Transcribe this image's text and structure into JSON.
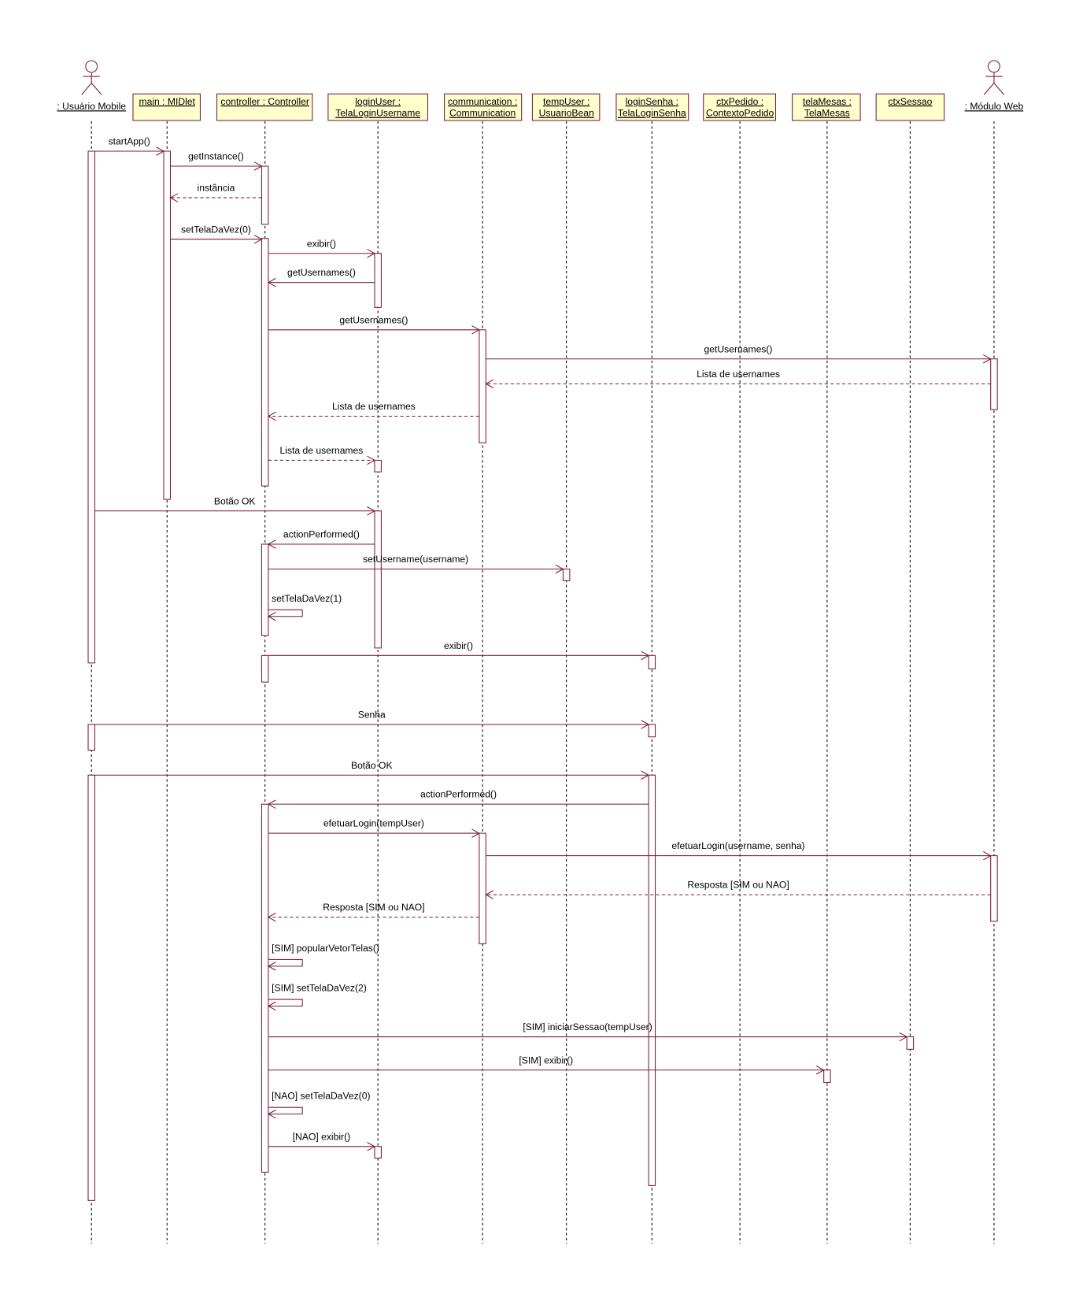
{
  "diagram": {
    "type": "UML sequence diagram",
    "colors": {
      "line": "#7a1a3f",
      "box_fill": "#ffffcc",
      "text": "#000000"
    },
    "participants": [
      {
        "id": "um",
        "label": ": Usuário Mobile",
        "kind": "actor"
      },
      {
        "id": "main",
        "label": "main : MIDlet",
        "kind": "object"
      },
      {
        "id": "ctrl",
        "label": "controller : Controller",
        "kind": "object"
      },
      {
        "id": "lu",
        "label": "loginUser :",
        "label2": "TelaLoginUsername",
        "kind": "object"
      },
      {
        "id": "comm",
        "label": "communication :",
        "label2": "Communication",
        "kind": "object"
      },
      {
        "id": "tu",
        "label": "tempUser :",
        "label2": "UsuarioBean",
        "kind": "object"
      },
      {
        "id": "ls",
        "label": "loginSenha :",
        "label2": "TelaLoginSenha",
        "kind": "object"
      },
      {
        "id": "ctx",
        "label": "ctxPedido :",
        "label2": "ContextoPedido",
        "kind": "object"
      },
      {
        "id": "tm",
        "label": "telaMesas :",
        "label2": "TelaMesas",
        "kind": "object"
      },
      {
        "id": "cs",
        "label": "ctxSessao",
        "kind": "object"
      },
      {
        "id": "mw",
        "label": ": Módulo Web",
        "kind": "actor"
      }
    ],
    "messages": [
      {
        "label": "startApp()",
        "from": "um",
        "to": "main",
        "kind": "call"
      },
      {
        "label": "getInstance()",
        "from": "main",
        "to": "ctrl",
        "kind": "call"
      },
      {
        "label": "instância",
        "from": "ctrl",
        "to": "main",
        "kind": "return"
      },
      {
        "label": "setTelaDaVez(0)",
        "from": "main",
        "to": "ctrl",
        "kind": "call"
      },
      {
        "label": "exibir()",
        "from": "ctrl",
        "to": "lu",
        "kind": "call"
      },
      {
        "label": "getUsernames()",
        "from": "lu",
        "to": "ctrl",
        "kind": "call"
      },
      {
        "label": "getUsernames()",
        "from": "ctrl",
        "to": "comm",
        "kind": "call"
      },
      {
        "label": "getUsernames()",
        "from": "comm",
        "to": "mw",
        "kind": "call"
      },
      {
        "label": "Lista de usernames",
        "from": "mw",
        "to": "comm",
        "kind": "return"
      },
      {
        "label": "Lista de usernames",
        "from": "comm",
        "to": "ctrl",
        "kind": "return"
      },
      {
        "label": "Lista de usernames",
        "from": "ctrl",
        "to": "lu",
        "kind": "return"
      },
      {
        "label": "Botão OK",
        "from": "um",
        "to": "lu",
        "kind": "call"
      },
      {
        "label": "actionPerformed()",
        "from": "lu",
        "to": "ctrl",
        "kind": "call"
      },
      {
        "label": "setUsername(username)",
        "from": "ctrl",
        "to": "tu",
        "kind": "call"
      },
      {
        "label": "setTelaDaVez(1)",
        "from": "ctrl",
        "to": "ctrl",
        "kind": "self"
      },
      {
        "label": "exibir()",
        "from": "ctrl",
        "to": "ls",
        "kind": "call"
      },
      {
        "label": "Senha",
        "from": "um",
        "to": "ls",
        "kind": "call"
      },
      {
        "label": "Botão OK",
        "from": "um",
        "to": "ls",
        "kind": "call"
      },
      {
        "label": "actionPerformed()",
        "from": "ls",
        "to": "ctrl",
        "kind": "call"
      },
      {
        "label": "efetuarLogin(tempUser)",
        "from": "ctrl",
        "to": "comm",
        "kind": "call"
      },
      {
        "label": "efetuarLogin(username, senha)",
        "from": "comm",
        "to": "mw",
        "kind": "call"
      },
      {
        "label": "Resposta [SIM ou NAO]",
        "from": "mw",
        "to": "comm",
        "kind": "return"
      },
      {
        "label": "Resposta [SIM ou NAO]",
        "from": "comm",
        "to": "ctrl",
        "kind": "return"
      },
      {
        "label": "[SIM] popularVetorTelas()",
        "from": "ctrl",
        "to": "ctrl",
        "kind": "self"
      },
      {
        "label": "[SIM] setTelaDaVez(2)",
        "from": "ctrl",
        "to": "ctrl",
        "kind": "self"
      },
      {
        "label": "[SIM] iniciarSessao(tempUser)",
        "from": "ctrl",
        "to": "cs",
        "kind": "call"
      },
      {
        "label": "[SIM] exibir()",
        "from": "ctrl",
        "to": "tm",
        "kind": "call"
      },
      {
        "label": "[NAO] setTelaDaVez(0)",
        "from": "ctrl",
        "to": "ctrl",
        "kind": "self"
      },
      {
        "label": "[NAO] exibir()",
        "from": "ctrl",
        "to": "lu",
        "kind": "call"
      }
    ]
  }
}
